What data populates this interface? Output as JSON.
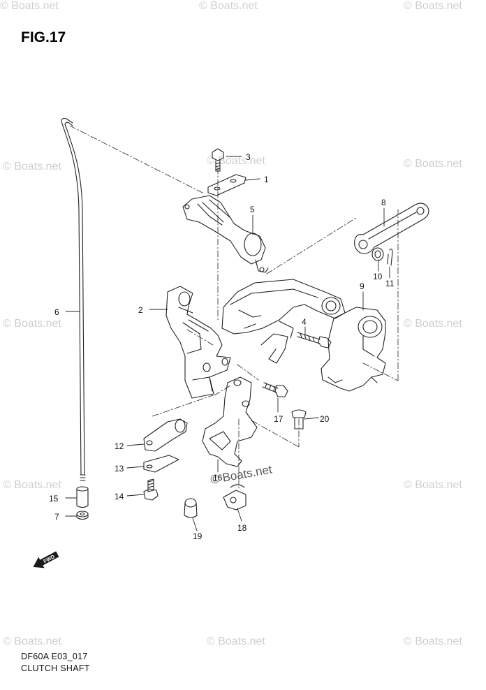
{
  "figure": {
    "title": "FIG.17",
    "code": "DF60A E03_017",
    "name": "CLUTCH SHAFT"
  },
  "watermark": {
    "text": "© Boats.net",
    "featured_text": "© Boats.net"
  },
  "fwd_badge": "FWD",
  "callouts": [
    "1",
    "2",
    "3",
    "4",
    "5",
    "6",
    "7",
    "8",
    "9",
    "10",
    "11",
    "12",
    "13",
    "14",
    "15",
    "16",
    "17",
    "18",
    "19",
    "20"
  ]
}
